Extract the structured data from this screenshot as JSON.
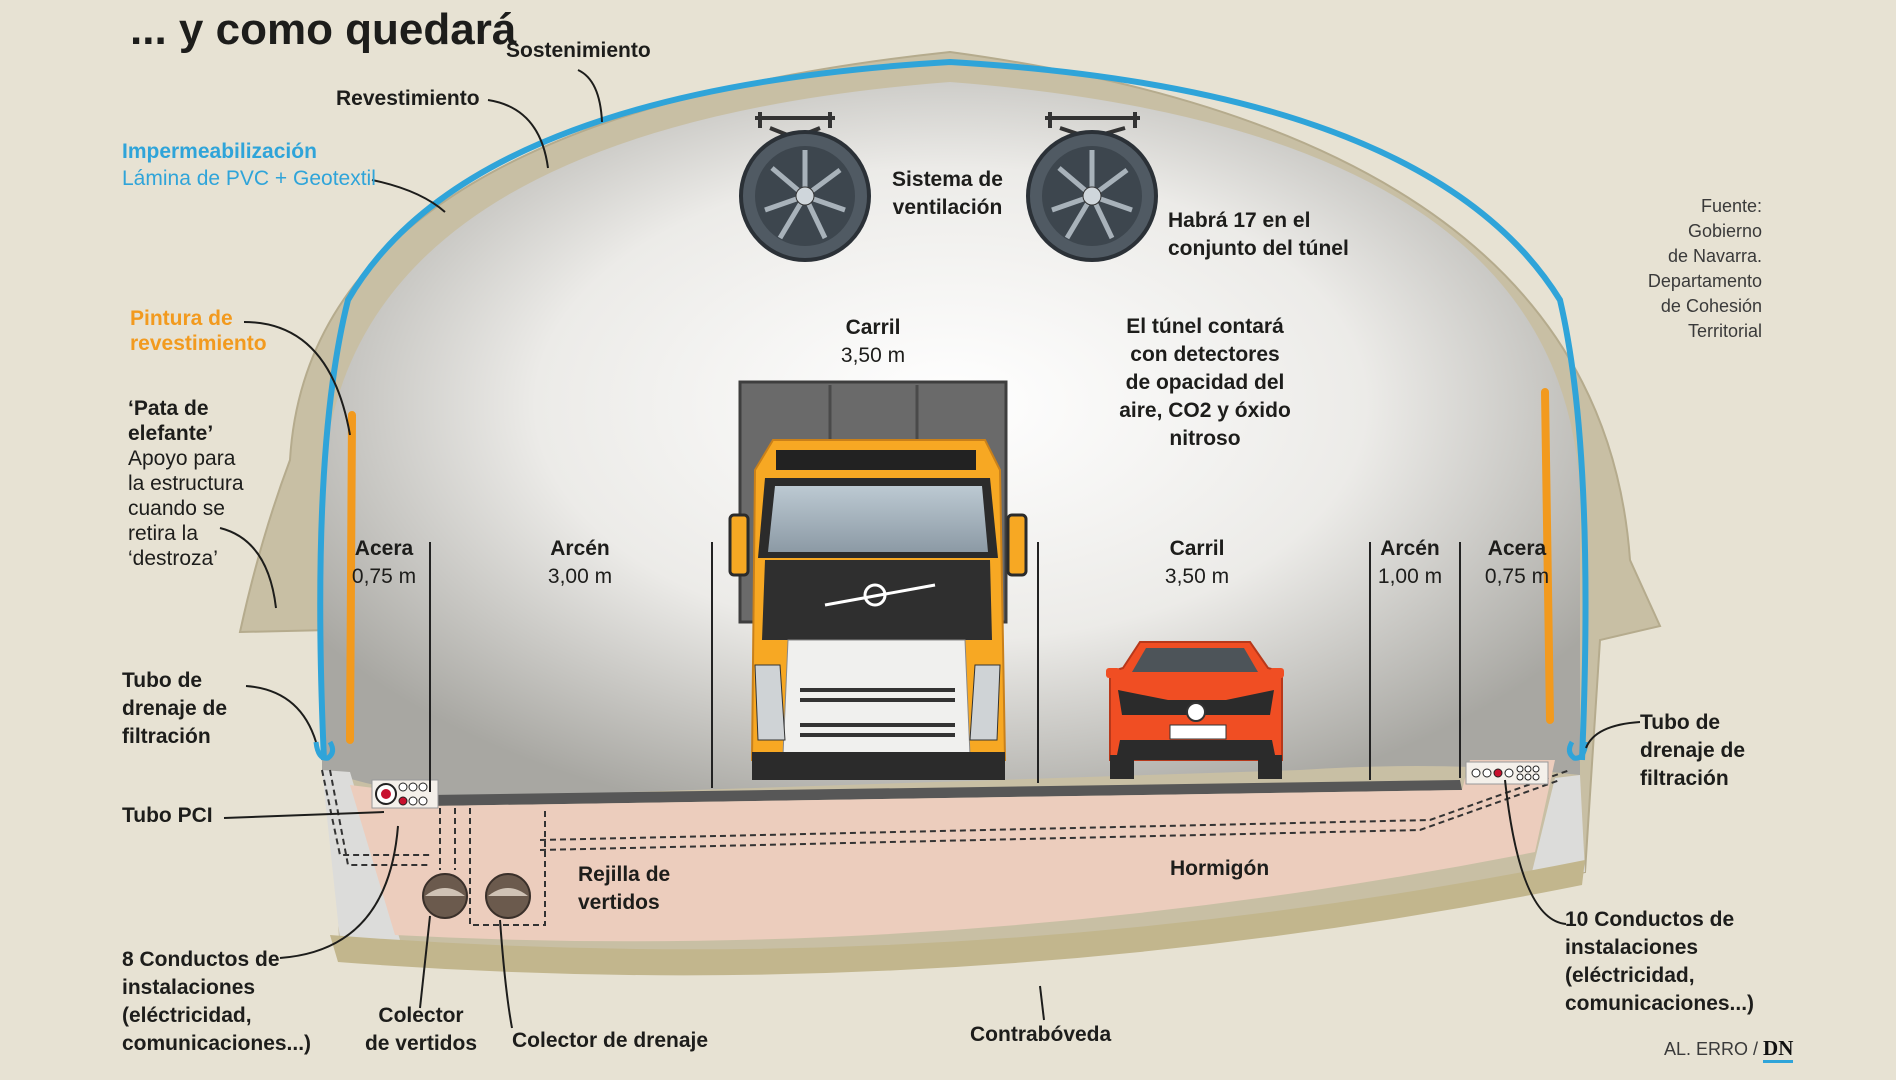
{
  "title": "... y como quedará",
  "labels": {
    "sostenimiento": "Sostenimiento",
    "revestimiento": "Revestimiento",
    "impermeabilizacion": "Impermeabilización",
    "lamina_pvc": "Lámina de PVC + Geotextil",
    "pintura": [
      "Pintura de",
      "revestimiento"
    ],
    "pata_title": [
      "‘Pata de",
      "elefante’"
    ],
    "pata_desc": [
      "Apoyo para",
      "la estructura",
      "cuando se",
      "retira la",
      "‘destroza’"
    ],
    "tubo_drenaje_left": [
      "Tubo de",
      "drenaje de",
      "filtración"
    ],
    "tubo_drenaje_right": [
      "Tubo de",
      "drenaje de",
      "filtración"
    ],
    "tubo_pci": "Tubo PCI",
    "conductos_8": [
      "8 Conductos de",
      "instalaciones",
      "(eléctricidad,",
      "comunicaciones...)"
    ],
    "conductos_10": [
      "10 Conductos de",
      "instalaciones",
      "(eléctricidad,",
      "comunicaciones...)"
    ],
    "colector_vertidos": [
      "Colector",
      "de vertidos"
    ],
    "colector_drenaje": "Colector de drenaje",
    "rejilla": [
      "Rejilla de",
      "vertidos"
    ],
    "hormigon": "Hormigón",
    "contraboveda": "Contrabóveda",
    "sistema_ventilacion": [
      "Sistema de",
      "ventilación"
    ],
    "habra17": [
      "Habrá 17 en el",
      "conjunto del túnel"
    ],
    "detectores": [
      "El túnel contará",
      "con detectores",
      "de opacidad del",
      "aire, CO2 y óxido",
      "nitroso"
    ]
  },
  "dimensions": [
    {
      "name": "Acera",
      "value": "0,75 m"
    },
    {
      "name": "Arcén",
      "value": "3,00 m"
    },
    {
      "name": "Carril",
      "value": "3,50 m"
    },
    {
      "name": "Carril",
      "value": "3,50 m"
    },
    {
      "name": "Arcén",
      "value": "1,00 m"
    },
    {
      "name": "Acera",
      "value": "0,75 m"
    }
  ],
  "source": [
    "Fuente:",
    "Gobierno",
    "de Navarra.",
    "Departamento",
    "de Cohesión",
    "Territorial"
  ],
  "credit": "AL. ERRO /",
  "credit_logo": "DN",
  "colors": {
    "background": "#e7e2d3",
    "tunnel_inner": "#c9c8c3",
    "membrane": "#2fa4d9",
    "paint": "#f29a1e",
    "concrete": "#eccdbd",
    "shell": "#c8bfa4",
    "floor_shell": "#c2b68d",
    "truck": "#f7a823",
    "car": "#f04e23"
  }
}
